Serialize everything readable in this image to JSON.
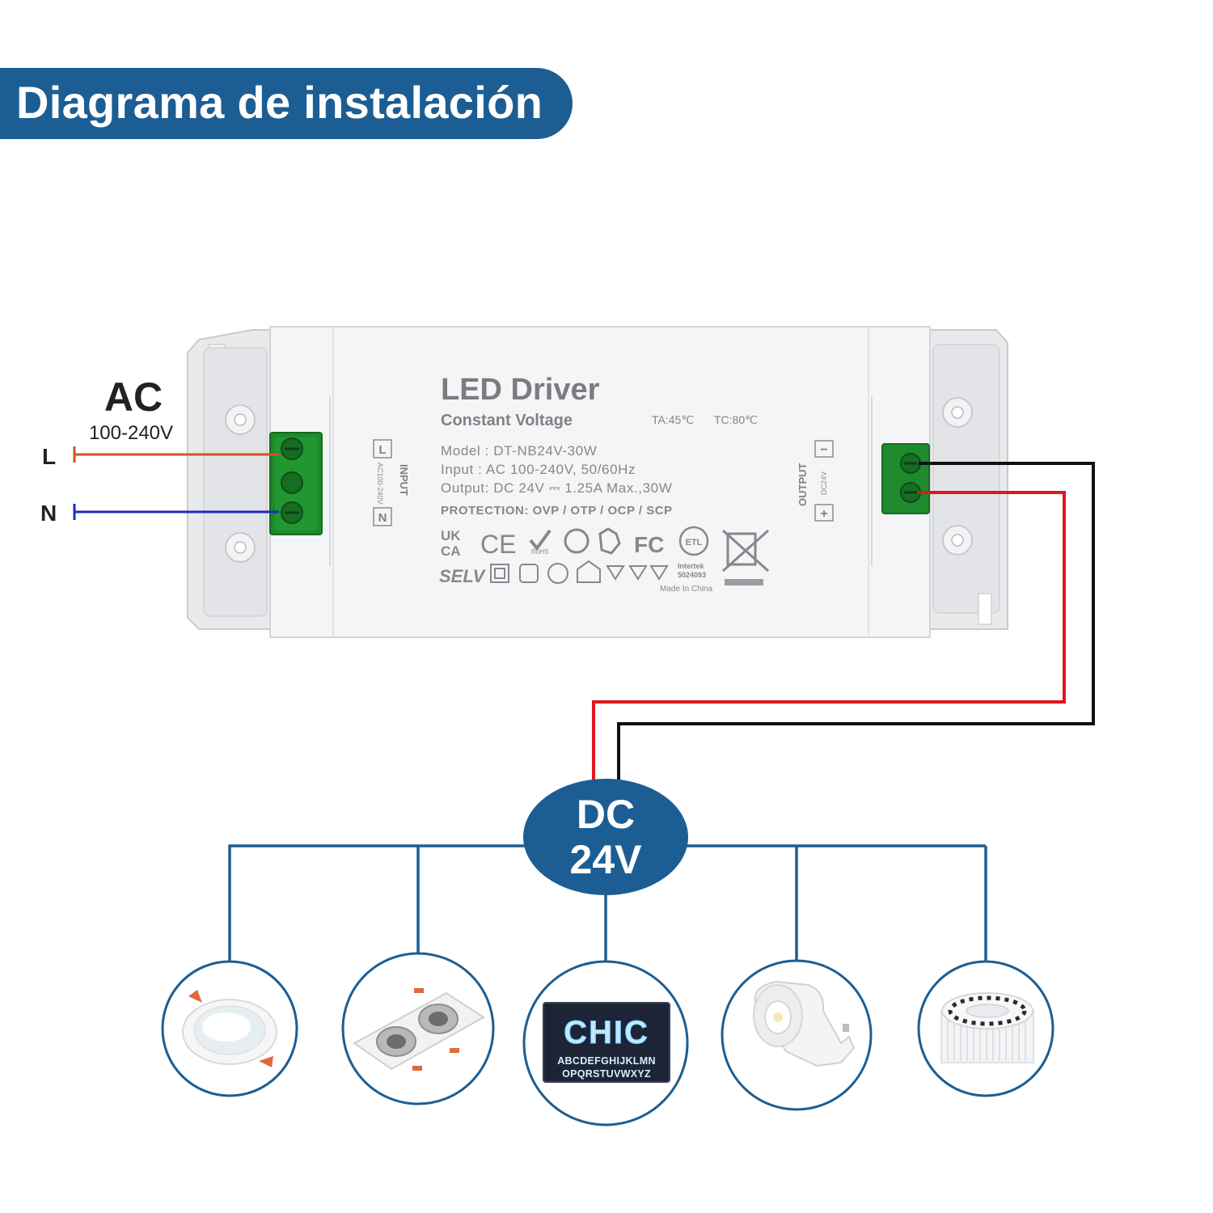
{
  "header": {
    "title": "Diagrama de instalación"
  },
  "input": {
    "title": "AC",
    "range": "100-240V",
    "line_label": "L",
    "neutral_label": "N"
  },
  "driver": {
    "name": "LED Driver",
    "type": "Constant Voltage",
    "ta": "TA:45℃",
    "tc": "TC:80℃",
    "model": "Model : DT-NB24V-30W",
    "input": "Input  : AC 100-240V,  50/60Hz",
    "output": "Output: DC 24V ⎓ 1.25A Max.,30W",
    "protection": "PROTECTION: OVP / OTP / OCP / SCP",
    "input_side_label": "INPUT",
    "input_side_range": "AC100-240V",
    "input_terminal_l": "L",
    "input_terminal_n": "N",
    "output_side_label": "OUTPUT",
    "output_side_voltage": "DC24V",
    "output_minus": "−",
    "output_plus": "+",
    "cert_ukca_1": "UK",
    "cert_ukca_2": "CA",
    "cert_ce": "CE",
    "cert_rohs": "RoHS",
    "cert_fc": "FC",
    "cert_intertek": "Intertek",
    "cert_intertek_no": "5024093",
    "selv": "SELV",
    "made_in": "Made In China"
  },
  "output_bubble": {
    "line1": "DC",
    "line2": "24V"
  },
  "devices": [
    {
      "name": "recessed downlight"
    },
    {
      "name": "double spotlight fixture"
    },
    {
      "name": "LED sign"
    },
    {
      "name": "GU10 LED bulb"
    },
    {
      "name": "LED strip reel"
    }
  ],
  "sign": {
    "word": "CHIC",
    "row1": "ABCDEFGHIJKLMN",
    "row2": "OPQRSTUVWXYZ"
  },
  "colors": {
    "brand_blue": "#1c5e93",
    "live_wire": "#d2522a",
    "neutral_wire": "#1f2bbf",
    "positive_wire": "#e0171e",
    "negative_wire": "#111111",
    "terminal_green": "#1e8a2c"
  }
}
